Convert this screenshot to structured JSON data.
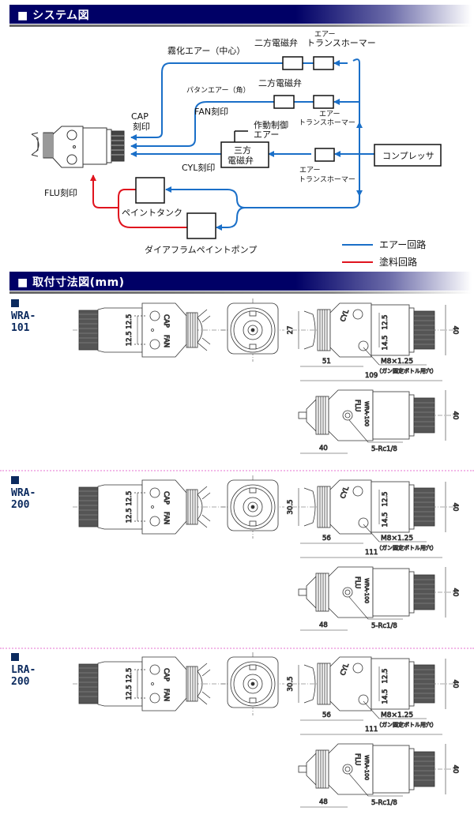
{
  "sections": {
    "system": {
      "title": "■ システム図"
    },
    "dimensions": {
      "title": "■ 取付寸法図(mm)"
    }
  },
  "system_diagram": {
    "labels": {
      "atomizing_air": "霧化エアー（中心）",
      "pattern_air": "パタンエアー（角）",
      "two_way_valve_1": "二方電磁弁",
      "two_way_valve_2": "二方電磁弁",
      "transformer_top_1": "エアー",
      "transformer_top_2": "トランスホーマー",
      "transformer_mid_1": "エアー",
      "transformer_mid_2": "トランスホーマー",
      "transformer_low_1": "エアー",
      "transformer_low_2": "トランスホーマー",
      "cap_mark_1": "CAP",
      "cap_mark_2": "刻印",
      "fan_mark": "FAN刻印",
      "cyl_mark": "CYL刻印",
      "flu_mark": "FLU刻印",
      "control_air_1": "作動制御",
      "control_air_2": "エアー",
      "three_way_1": "三方",
      "three_way_2": "電磁弁",
      "compressor": "コンプレッサ",
      "paint_tank": "ペイントタンク",
      "diaphragm_pump": "ダイアフラムペイントポンプ"
    },
    "legend": [
      {
        "label": "エアー回路",
        "color": "#1a6fc8"
      },
      {
        "label": "塗料回路",
        "color": "#e0141e"
      }
    ],
    "colors": {
      "air": "#1a6fc8",
      "paint": "#e0141e"
    }
  },
  "models": [
    {
      "name": "WRA-101",
      "front": {
        "cap": "CAP",
        "fan": "FAN",
        "pitch_a": "12.5",
        "pitch_b": "12.5"
      },
      "side": {
        "cyl": "CYL",
        "width": "27",
        "height": "40",
        "hole_pitch_a": "12.5",
        "hole_pitch_b": "14.5",
        "len_hole": "51",
        "len_total": "109",
        "bolt": "M8×1.25",
        "bolt_note": "（ガン固定ボトル用穴）"
      },
      "bottom": {
        "flu": "FLU",
        "model_stamp": "WRA-100",
        "len": "40",
        "height": "40",
        "port": "5-Rc1/8"
      }
    },
    {
      "name": "WRA-200",
      "front": {
        "cap": "CAP",
        "fan": "FAN",
        "pitch_a": "12.5",
        "pitch_b": "12.5"
      },
      "side": {
        "cyl": "CYL",
        "width": "30.5",
        "height": "40",
        "hole_pitch_a": "12.5",
        "hole_pitch_b": "14.5",
        "len_hole": "56",
        "len_total": "111",
        "bolt": "M8×1.25",
        "bolt_note": "（ガン固定ボトル用穴）"
      },
      "bottom": {
        "flu": "FLU",
        "model_stamp": "WRA-100",
        "len": "48",
        "height": "40",
        "port": "5-Rc1/8"
      }
    },
    {
      "name": "LRA-200",
      "front": {
        "cap": "CAP",
        "fan": "FAN",
        "pitch_a": "12.5",
        "pitch_b": "12.5"
      },
      "side": {
        "cyl": "CYL",
        "width": "30.5",
        "height": "40",
        "hole_pitch_a": "12.5",
        "hole_pitch_b": "14.5",
        "len_hole": "56",
        "len_total": "111",
        "bolt": "M8×1.25",
        "bolt_note": "（ガン固定ボトル用穴）"
      },
      "bottom": {
        "flu": "FLU",
        "model_stamp": "WRA-100",
        "len": "48",
        "height": "40",
        "port": "5-Rc1/8"
      }
    }
  ]
}
